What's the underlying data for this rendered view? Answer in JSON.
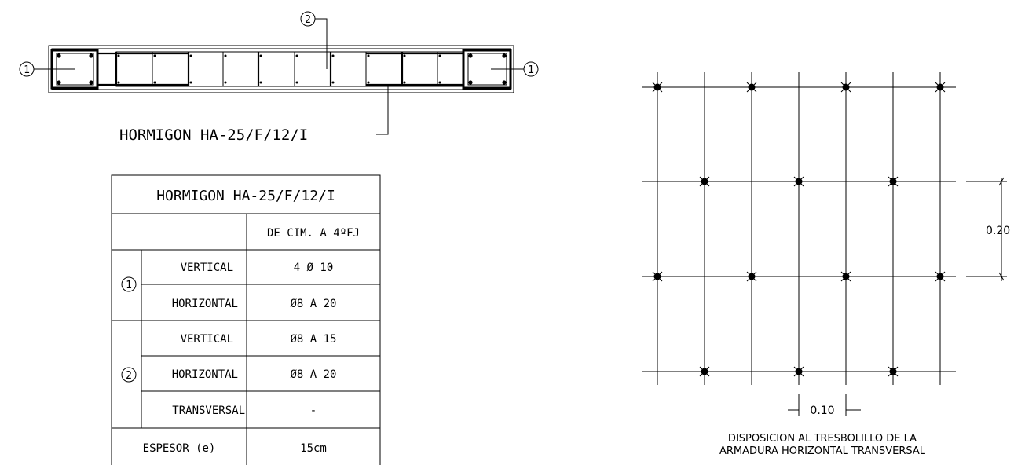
{
  "section": {
    "label_column_marker": "1",
    "label_wall_marker": "2",
    "concrete_label": "HORMIGON HA-25/F/12/I"
  },
  "table": {
    "title": "HORMIGON HA-25/F/12/I",
    "header_range": "DE CIM. A 4ºFJ",
    "group1": {
      "marker": "1",
      "rows": [
        {
          "label": "VERTICAL",
          "value": "4 Ø 10"
        },
        {
          "label": "HORIZONTAL",
          "value": "Ø8 A 20"
        }
      ]
    },
    "group2": {
      "marker": "2",
      "rows": [
        {
          "label": "VERTICAL",
          "value": "Ø8 A 15"
        },
        {
          "label": "HORIZONTAL",
          "value": "Ø8 A 20"
        },
        {
          "label": "TRANSVERSAL",
          "value": "-"
        }
      ]
    },
    "thickness": {
      "label": "ESPESOR (e)",
      "value": "15cm"
    }
  },
  "grid_detail": {
    "dim_vertical": "0.20",
    "dim_horizontal": "0.10",
    "caption_line1": "DISPOSICION AL TRESBOLILLO DE LA",
    "caption_line2": "ARMADURA HORIZONTAL TRANSVERSAL"
  }
}
